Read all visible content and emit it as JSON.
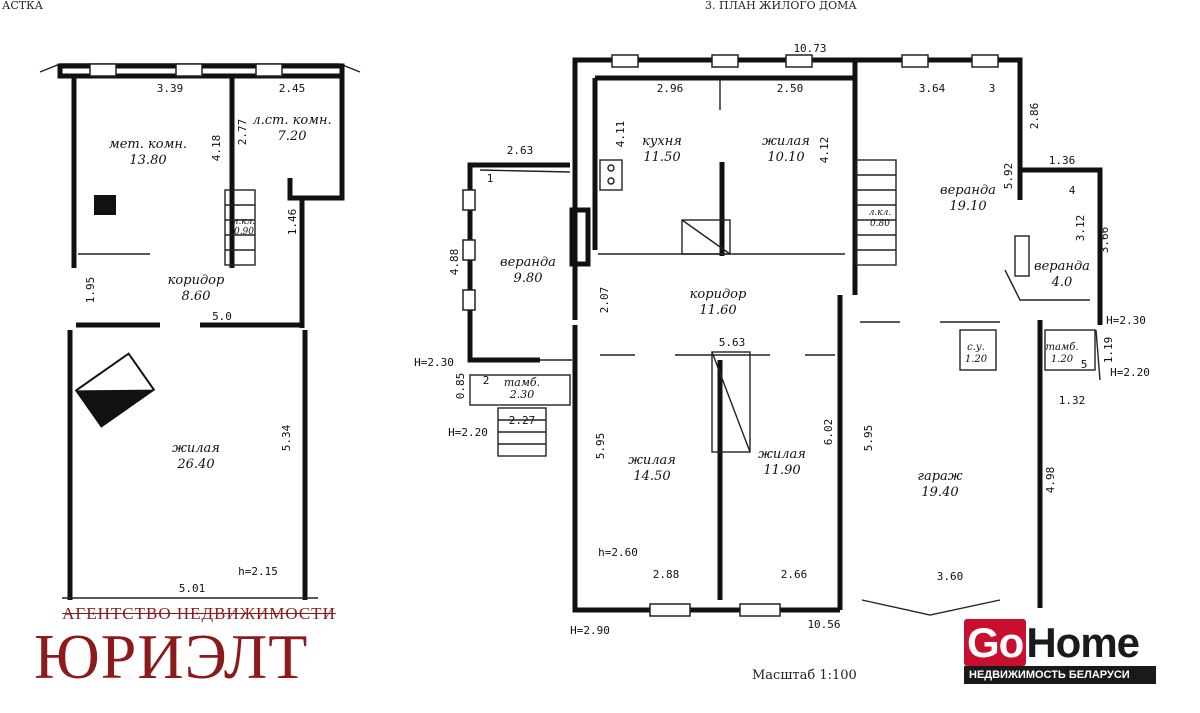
{
  "header": {
    "left_fragment": "АСТКА",
    "title": "3. ПЛАН ЖИЛОГО ДОМА"
  },
  "scale": "Масштаб 1:100",
  "left_plan": {
    "rooms": [
      {
        "name": "мет. комн.",
        "area": "13.80"
      },
      {
        "name": "л.ст. комн.",
        "area": "7.20"
      },
      {
        "name": "л.кл.",
        "area": "0.90"
      },
      {
        "name": "коридор",
        "area": "8.60"
      },
      {
        "name": "жилая",
        "area": "26.40"
      }
    ],
    "dims": [
      "3.39",
      "2.45",
      "4.18",
      "2.77",
      "1.46",
      "1.95",
      "5.0",
      "5.34",
      "5.01"
    ],
    "heights": [
      "h=2.15"
    ]
  },
  "right_plan": {
    "rooms": [
      {
        "name": "кухня",
        "area": "11.50"
      },
      {
        "name": "жилая",
        "area": "10.10"
      },
      {
        "name": "л.кл.",
        "area": "0.80"
      },
      {
        "name": "веранда",
        "area": "19.10"
      },
      {
        "name": "веранда",
        "area": "9.80"
      },
      {
        "name": "коридор",
        "area": "11.60"
      },
      {
        "name": "веранда",
        "area": "4.0"
      },
      {
        "name": "тамб.",
        "area": "2.30"
      },
      {
        "name": "с.у.",
        "area": "1.20"
      },
      {
        "name": "тамб.",
        "area": "1.20"
      },
      {
        "name": "жилая",
        "area": "14.50"
      },
      {
        "name": "жилая",
        "area": "11.90"
      },
      {
        "name": "гараж",
        "area": "19.40"
      }
    ],
    "dims": [
      "10.73",
      "2.96",
      "2.50",
      "3.64",
      "4.11",
      "4.12",
      "2.63",
      "4.88",
      "2.07",
      "2.86",
      "1.36",
      "5.92",
      "3.12",
      "3.66",
      "1.19",
      "1.32",
      "0.85",
      "2.27",
      "5.63",
      "5.95",
      "6.02",
      "5.95",
      "4.98",
      "2.88",
      "2.66",
      "3.60",
      "10.56"
    ],
    "heights": [
      "H=2.30",
      "H=2.20",
      "H=2.30",
      "H=2.20",
      "h=2.60",
      "H=2.90"
    ],
    "markers": [
      "1",
      "2",
      "3",
      "4",
      "5"
    ]
  },
  "branding": {
    "agency_subtitle": "АГЕНТСТВО НЕДВИЖИМОСТИ",
    "agency_name": "ЮРИЭЛТ",
    "gohome_go": "Go",
    "gohome_home": "Home",
    "gohome_sub": "НЕДВИЖИМОСТЬ БЕЛАРУСИ"
  },
  "colors": {
    "agency": "#8c1a1a",
    "gohome_red": "#c8102e",
    "ink": "#111111"
  }
}
